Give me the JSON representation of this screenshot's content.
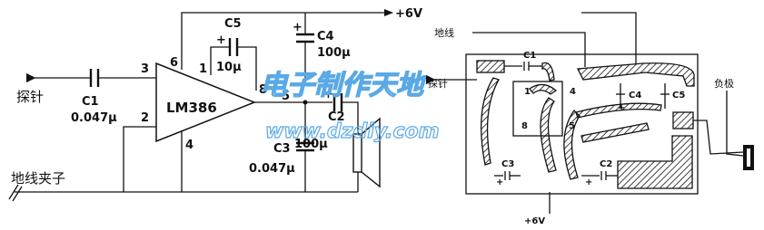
{
  "schematic": {
    "supply_label": "+6V",
    "ic_label": "LM386",
    "probe_label": "探针",
    "ground_clip_label": "地线夹子",
    "c1": {
      "name": "C1",
      "value": "0.047μ"
    },
    "c5": {
      "name": "C5",
      "value": "10μ"
    },
    "c4": {
      "name": "C4",
      "value": "100μ"
    },
    "c2": {
      "name": "C2",
      "value": "100μ"
    },
    "c3": {
      "name": "C3",
      "value": "0.047μ"
    },
    "pins": {
      "p1": "1",
      "p2": "2",
      "p3": "3",
      "p4": "4",
      "p5": "5",
      "p6": "6",
      "p8": "8"
    }
  },
  "pcb": {
    "ground_label": "地线",
    "probe_label": "探针",
    "negative_label": "负极",
    "supply_label": "+6V",
    "c1": "C1",
    "c2": "C2",
    "c3": "C3",
    "c4": "C4",
    "c5": "C5",
    "pins": {
      "p1": "1",
      "p4": "4",
      "p5": "5",
      "p8": "8"
    },
    "polarity_plus": "+"
  },
  "watermark": {
    "title": "电子制作天地",
    "url": "www.dzdiy.com"
  }
}
